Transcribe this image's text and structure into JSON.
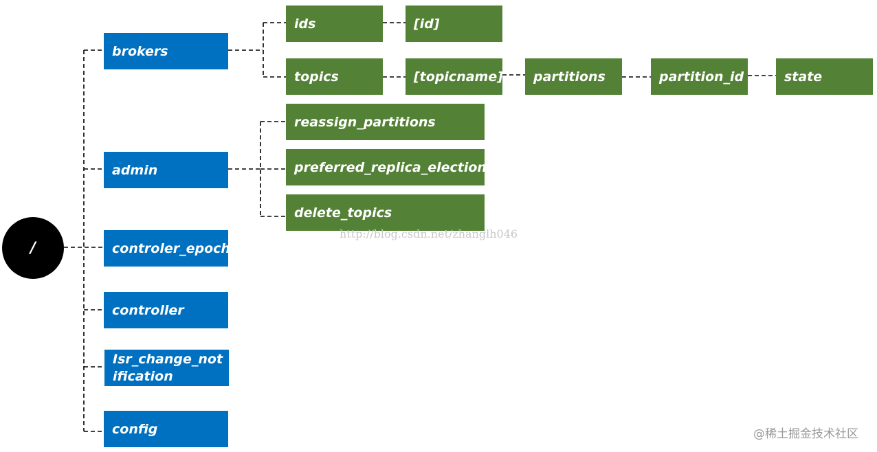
{
  "root": {
    "label": "/"
  },
  "level1": {
    "brokers": "brokers",
    "admin": "admin",
    "controler_epoch": "controler_epoch",
    "controller": "controller",
    "isr_change_notification": "Isr_change_notification",
    "config": "config"
  },
  "brokers_children": {
    "ids": "ids",
    "id": "[id]",
    "topics": "topics",
    "topicname": "[topicname]",
    "partitions": "partitions",
    "partition_id": "partition_id",
    "state": "state"
  },
  "admin_children": {
    "reassign_partitions": "reassign_partitions",
    "preferred_replica_election": "preferred_replica_election",
    "delete_topics": "delete_topics"
  },
  "watermark": "http://blog.csdn.net/zhanglh046",
  "footer": "@稀土掘金技术社区",
  "colors": {
    "level1_fill": "#0070c0",
    "child_fill": "#538135",
    "root_fill": "#000000",
    "connector": "#000000"
  }
}
